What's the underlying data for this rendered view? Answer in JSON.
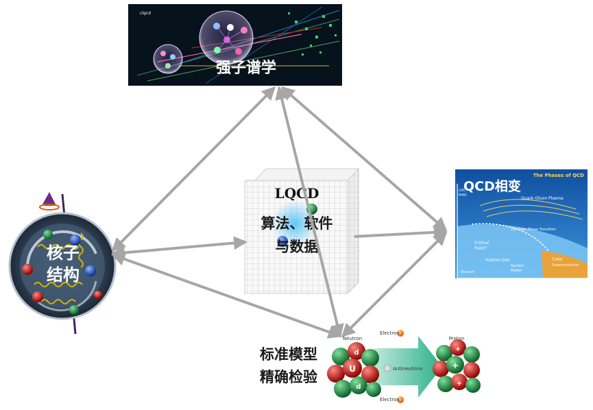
{
  "nodes": {
    "hadron": {
      "label": "强子谱学",
      "logo_text": "clqcd"
    },
    "qcd_phase": {
      "label": "QCD相变",
      "chart_title": "The Phases of QCD",
      "qgp": "Quark-Gluon Plasma",
      "critical": "Critical",
      "critical2": "Point?",
      "hadron_gas": "Hadron Gas",
      "vacuum": "Vacuum",
      "nuclear": "Nuclear",
      "nuclear2": "Matter",
      "color": "Color",
      "color2": "Superconductor",
      "crossover": "1st Order Phase Transition",
      "lhc": "LHC",
      "rhic": "RHIC"
    },
    "nuclear_structure": {
      "label_line1": "核子",
      "label_line2": "结构"
    },
    "standard_model": {
      "label_line1": "标准模型",
      "label_line2": "精确检验",
      "neutron": "Neutron",
      "proton": "Proton",
      "electron_top": "Electron",
      "electron_bottom": "Electron",
      "antineutrino": "Antineutrino"
    },
    "center": {
      "title": "LQCD",
      "line1": "算法、软件",
      "line2": "与数据"
    }
  },
  "colors": {
    "arrow": "#a6a6a6",
    "hadron_bg": "#06121c",
    "phase_sky": "#1a6fc4",
    "phase_orange": "#e8a23a",
    "proton_red": "#c62828",
    "proton_green": "#1e8e3e",
    "sm_arrow": "#3cb89a"
  }
}
